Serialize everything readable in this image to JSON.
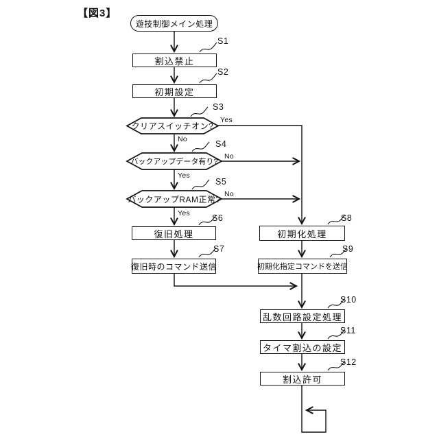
{
  "figure_label": "【図3】",
  "flowchart": {
    "start": "遊技制御メイン処理",
    "steps": {
      "s1": {
        "id": "S1",
        "text": "割込禁止"
      },
      "s2": {
        "id": "S2",
        "text": "初期設定"
      },
      "s3": {
        "id": "S3",
        "text": "クリアスイッチオン?",
        "yes": "Yes",
        "no": "No"
      },
      "s4": {
        "id": "S4",
        "text": "バックアップデータ有り?",
        "yes": "Yes",
        "no": "No"
      },
      "s5": {
        "id": "S5",
        "text": "バックアップRAM正常?",
        "yes": "Yes",
        "no": "No"
      },
      "s6": {
        "id": "S6",
        "text": "復旧処理"
      },
      "s7": {
        "id": "S7",
        "text": "復旧時のコマンド送信"
      },
      "s8": {
        "id": "S8",
        "text": "初期化処理"
      },
      "s9": {
        "id": "S9",
        "text": "初期化指定コマンドを送信"
      },
      "s10": {
        "id": "S10",
        "text": "乱数回路設定処理"
      },
      "s11": {
        "id": "S11",
        "text": "タイマ割込の設定"
      },
      "s12": {
        "id": "S12",
        "text": "割込許可"
      }
    }
  }
}
